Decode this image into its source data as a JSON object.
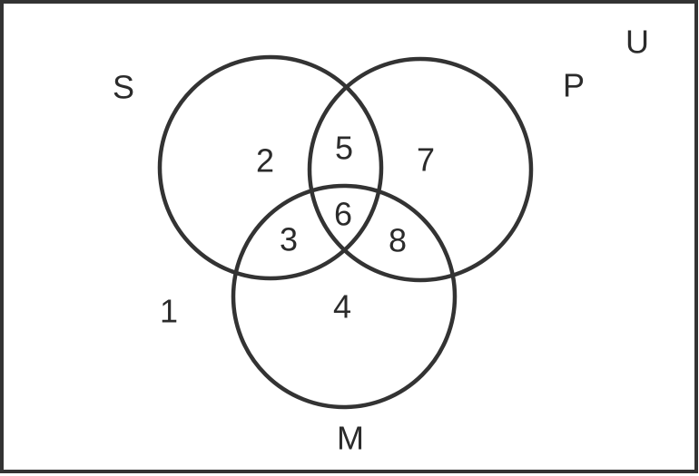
{
  "universe": {
    "label": "U"
  },
  "sets": [
    {
      "id": "S",
      "label": "S"
    },
    {
      "id": "P",
      "label": "P"
    },
    {
      "id": "M",
      "label": "M"
    }
  ],
  "regions": [
    {
      "id": "outside",
      "label": "1"
    },
    {
      "id": "s-only",
      "label": "2"
    },
    {
      "id": "s-m",
      "label": "3"
    },
    {
      "id": "m-only",
      "label": "4"
    },
    {
      "id": "s-p",
      "label": "5"
    },
    {
      "id": "s-p-m",
      "label": "6"
    },
    {
      "id": "p-only",
      "label": "7"
    },
    {
      "id": "p-m",
      "label": "8"
    }
  ],
  "colors": {
    "stroke": "#333333",
    "text": "#2b2b2b",
    "background": "#ffffff"
  }
}
